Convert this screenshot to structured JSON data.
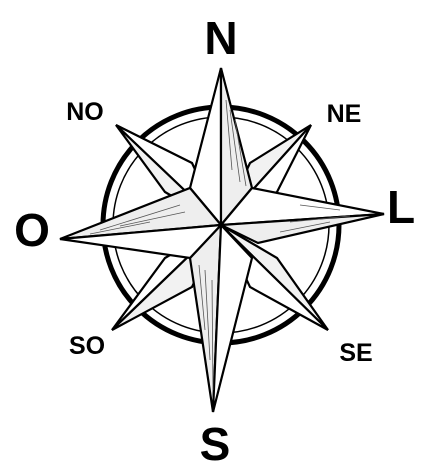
{
  "compass": {
    "cardinals": {
      "north": "N",
      "east": "L",
      "south": "S",
      "west": "O"
    },
    "intercardinals": {
      "northwest": "NO",
      "northeast": "NE",
      "southwest": "SO",
      "southeast": "SE"
    }
  },
  "colors": {
    "ink": "#000000",
    "paper": "#ffffff",
    "shade": "#555555"
  }
}
